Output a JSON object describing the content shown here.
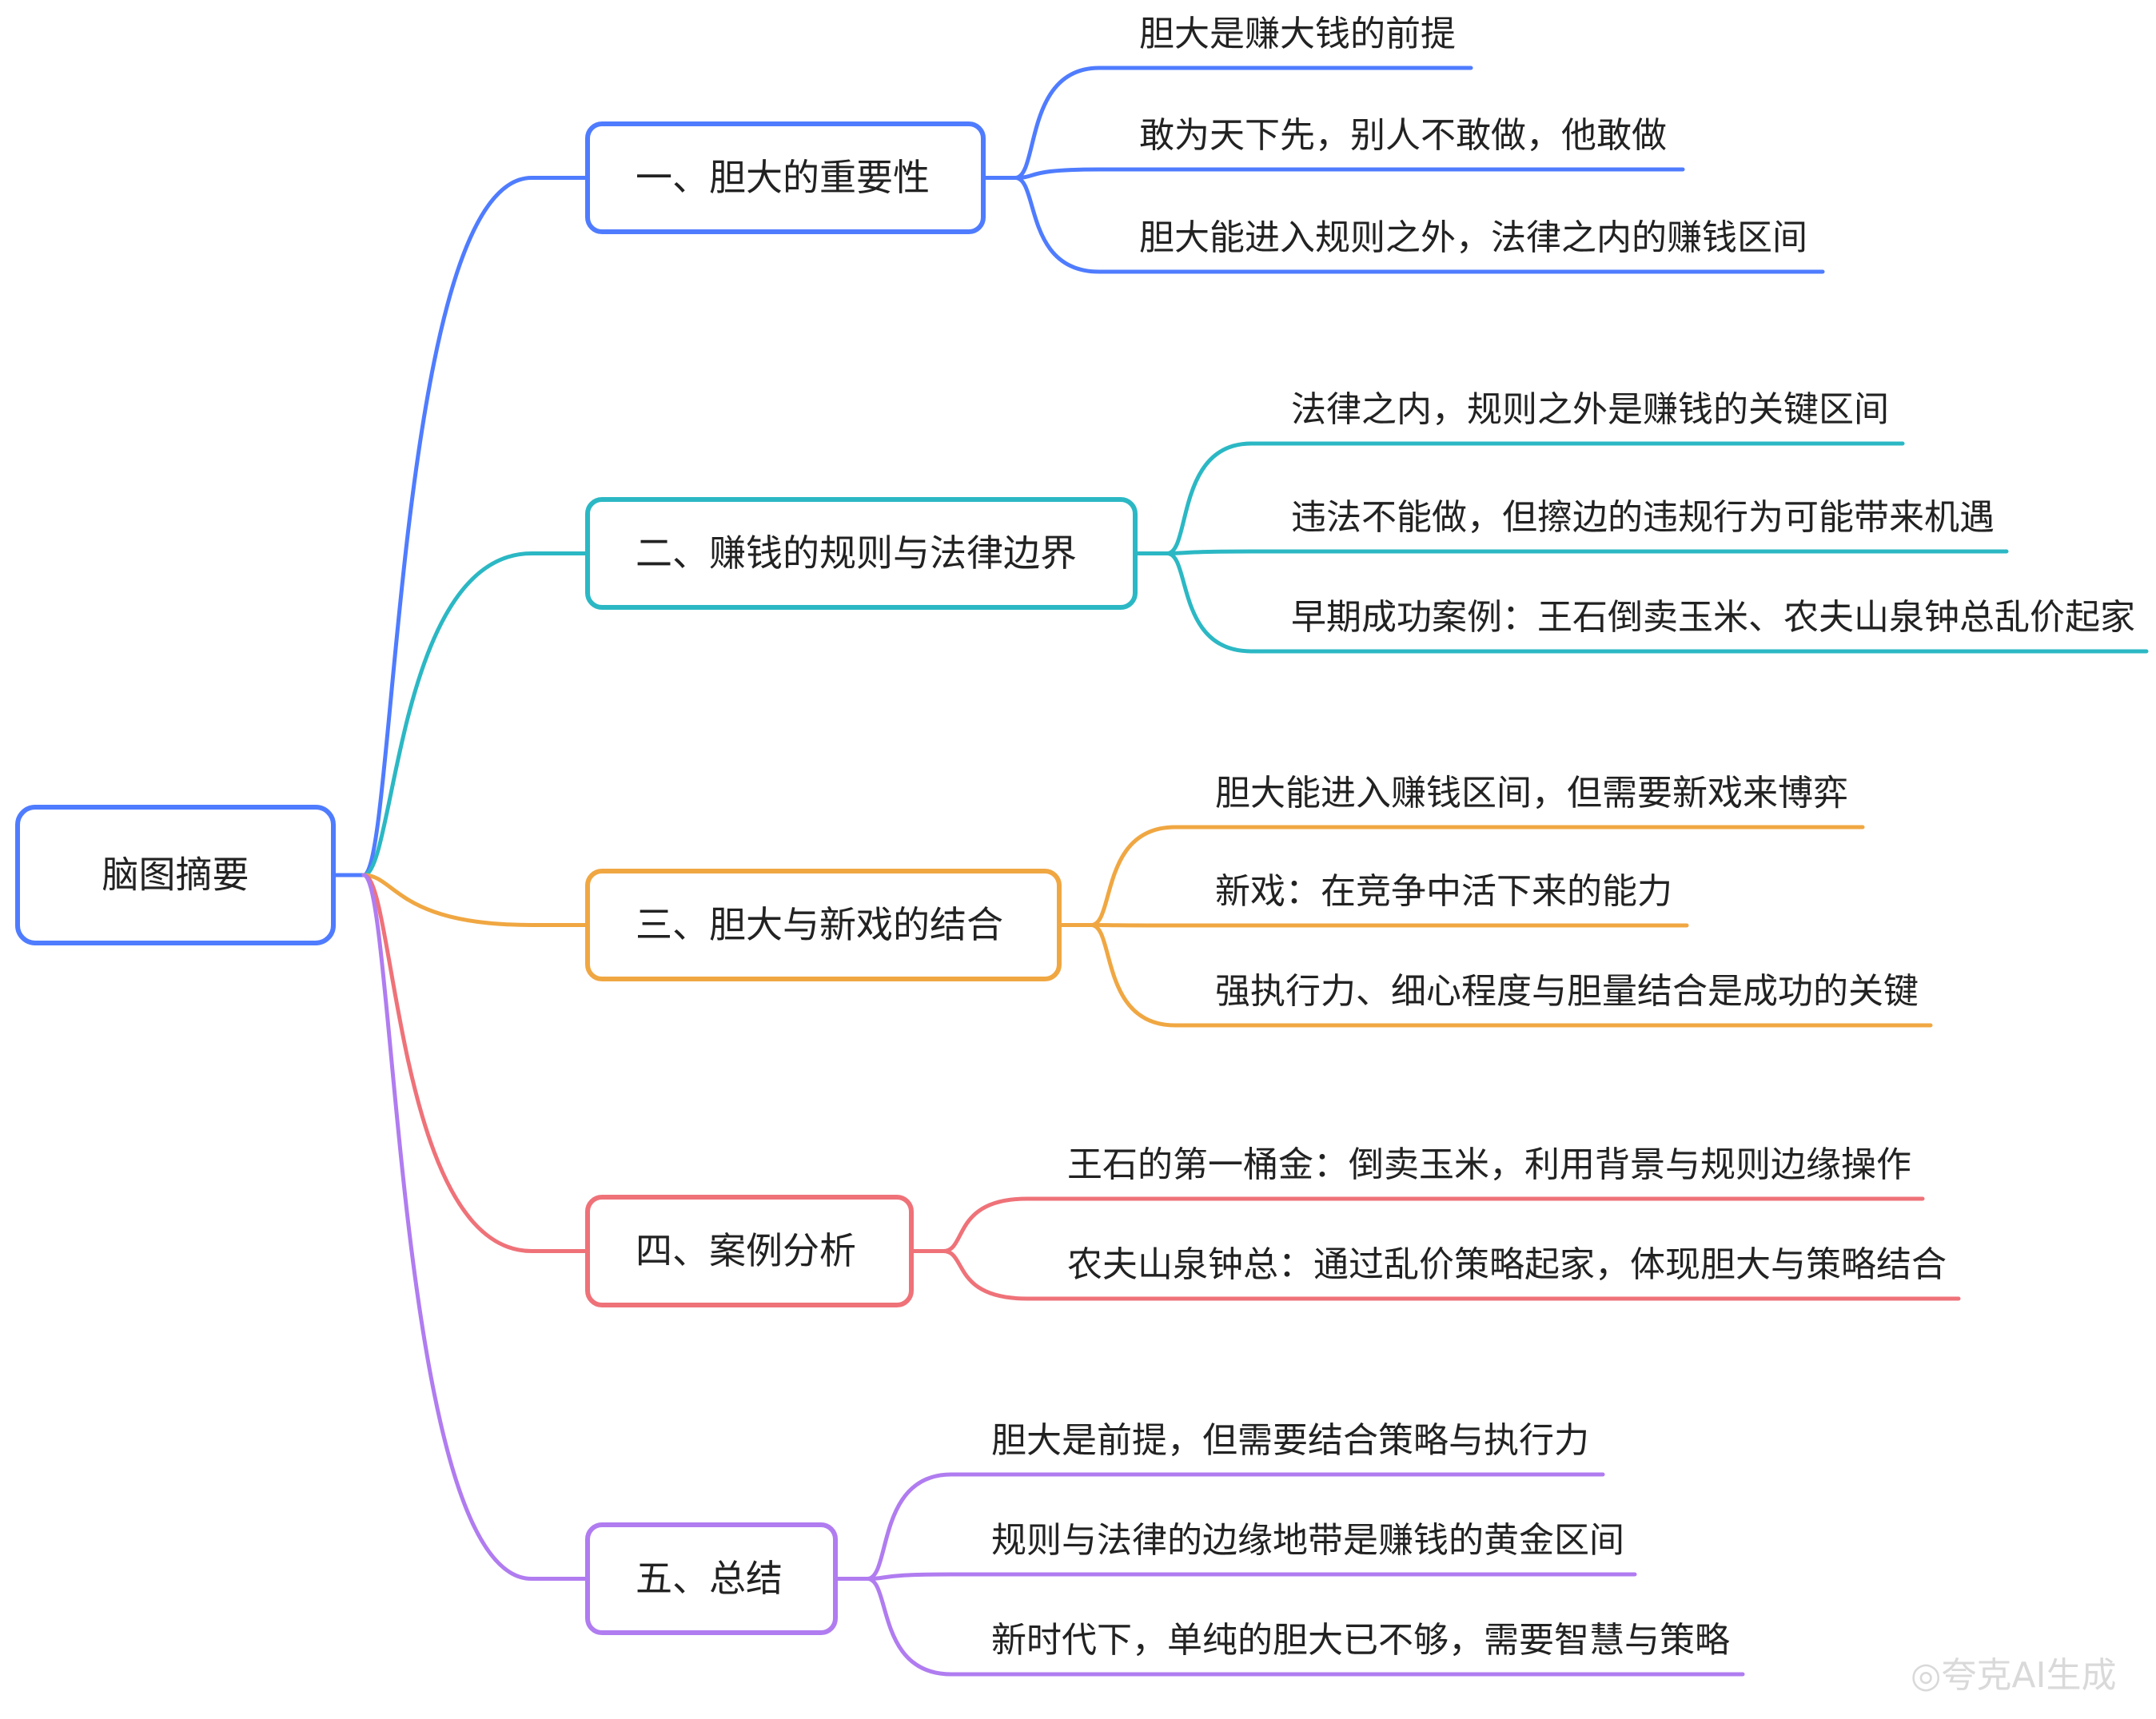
{
  "root": {
    "label": "脑图摘要",
    "color": "#4f7cff"
  },
  "branches": [
    {
      "label": "一、胆大的重要性",
      "color": "#4f7cff",
      "leaves": [
        "胆大是赚大钱的前提",
        "敢为天下先，别人不敢做，他敢做",
        "胆大能进入规则之外，法律之内的赚钱区间"
      ]
    },
    {
      "label": "二、赚钱的规则与法律边界",
      "color": "#2bb8c4",
      "leaves": [
        "法律之内，规则之外是赚钱的关键区间",
        "违法不能做，但擦边的违规行为可能带来机遇",
        "早期成功案例：王石倒卖玉米、农夫山泉钟总乱价起家"
      ]
    },
    {
      "label": "三、胆大与新戏的结合",
      "color": "#f0a742",
      "leaves": [
        "胆大能进入赚钱区间，但需要新戏来博弈",
        "新戏：在竞争中活下来的能力",
        "强执行力、细心程度与胆量结合是成功的关键"
      ]
    },
    {
      "label": "四、案例分析",
      "color": "#ef7279",
      "leaves": [
        "王石的第一桶金：倒卖玉米，利用背景与规则边缘操作",
        "农夫山泉钟总：通过乱价策略起家，体现胆大与策略结合"
      ]
    },
    {
      "label": "五、总结",
      "color": "#b07cf0",
      "leaves": [
        "胆大是前提，但需要结合策略与执行力",
        "规则与法律的边缘地带是赚钱的黄金区间",
        "新时代下，单纯的胆大已不够，需要智慧与策略"
      ]
    }
  ],
  "watermark": "◎夸克AI生成"
}
